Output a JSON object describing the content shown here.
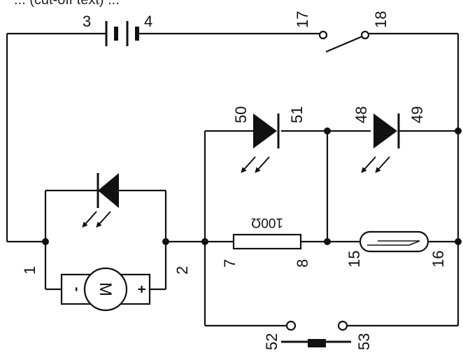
{
  "header_text": "... (cut-off text) ...",
  "terminals": {
    "battery_left": "3",
    "battery_right": "4",
    "switch_left": "17",
    "switch_right": "18",
    "led_top_left_in": "50",
    "led_top_left_out": "51",
    "led_top_right_in": "48",
    "led_top_right_out": "49",
    "motor_left": "1",
    "motor_right": "2",
    "resistor_left": "7",
    "resistor_right": "8",
    "reed_left": "15",
    "reed_right": "16",
    "button_left": "52",
    "button_right": "53"
  },
  "resistor_value": "100Ω",
  "motor": {
    "label": "M",
    "minus": "-",
    "plus": "+"
  }
}
